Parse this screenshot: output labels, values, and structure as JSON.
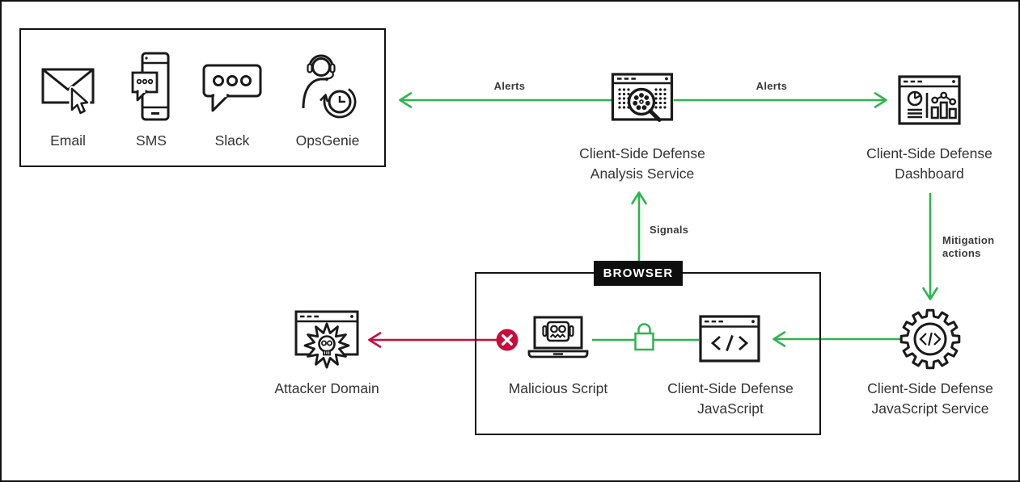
{
  "colors": {
    "green": "#2eb44e",
    "red": "#c90c3b",
    "ink": "#1a1a1a",
    "browser_tag_bg": "#0d0d0d"
  },
  "channels": {
    "items": [
      {
        "label": "Email",
        "icon": "email-envelope-cursor-icon"
      },
      {
        "label": "SMS",
        "icon": "sms-phone-icon"
      },
      {
        "label": "Slack",
        "icon": "slack-chat-bubble-icon"
      },
      {
        "label": "OpsGenie",
        "icon": "opsgenie-support-agent-icon"
      }
    ]
  },
  "nodes": {
    "analysis_service": {
      "line1": "Client-Side Defense",
      "line2": "Analysis Service",
      "icon": "browser-scan-magnifier-icon"
    },
    "dashboard": {
      "line1": "Client-Side Defense",
      "line2": "Dashboard",
      "icon": "browser-analytics-icon"
    },
    "attacker_domain": {
      "label": "Attacker Domain",
      "icon": "browser-skull-burst-icon"
    },
    "malicious_script": {
      "label": "Malicious Script",
      "icon": "laptop-robot-icon"
    },
    "csd_javascript": {
      "line1": "Client-Side Defense",
      "line2": "JavaScript",
      "icon": "browser-code-icon"
    },
    "csd_js_service": {
      "line1": "Client-Side Defense",
      "line2": "JavaScript Service",
      "icon": "gear-code-icon"
    }
  },
  "browser": {
    "label": "BROWSER"
  },
  "edges": {
    "alerts_left": {
      "label": "Alerts"
    },
    "alerts_right": {
      "label": "Alerts"
    },
    "signals": {
      "label": "Signals"
    },
    "mitigation_actions": {
      "line1": "Mitigation",
      "line2": "actions"
    },
    "blocked_request": {
      "status_icon": "blocked-x-icon"
    },
    "secured_link": {
      "icon": "padlock-icon"
    }
  }
}
